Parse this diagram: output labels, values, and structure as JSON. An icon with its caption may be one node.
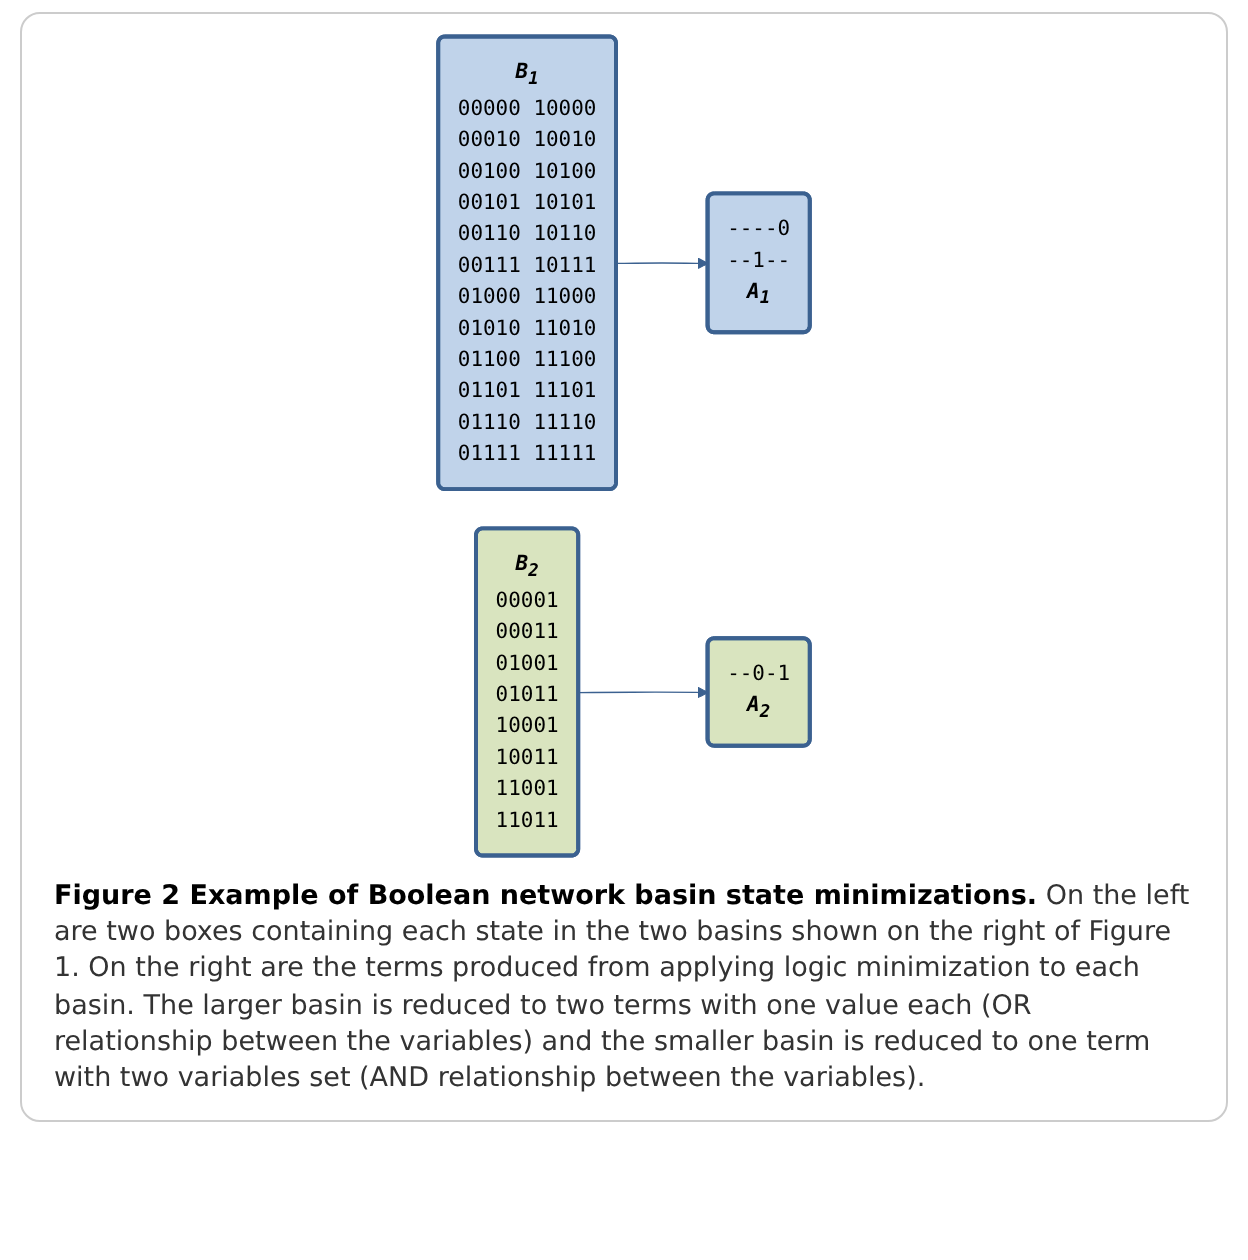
{
  "diagram": {
    "caption": "**Figure 2 Example of Boolean network basin state minimizations.** On the left are two boxes containing each state in the two basins shown on the right of Figure 1. On the right are the terms produced from applying logic minimization to each basin. The larger basin is reduced to two terms with one value each (OR relationship between the variables) and the smaller basin is reduced to one term with two variables set (AND relationship between the variables).",
    "nodes": [
      {
        "text": [
          "B$_{1}$",
          "00000 10000 00010 10010 00100 10100 00101 10101 00110 10110 00111 10111 01000 11000 01010 11010 01100 11100 01101 11101 01110 11110 01111 11111"
        ]
      },
      {
        "text": [
          "----0 --1--",
          "A$_{1}$"
        ]
      },
      {
        "text": [
          "B$_{2}$",
          "00001 00011 01001 01011 10001 10011 11001 11011"
        ]
      },
      {
        "text": [
          "--0-1",
          "A$_{2}$"
        ]
      }
    ],
    "edges": [
      {
        "from": 0,
        "to": 1,
        "arrow": "to"
      },
      {
        "from": 2,
        "to": 3,
        "arrow": "to"
      }
    ]
  }
}
